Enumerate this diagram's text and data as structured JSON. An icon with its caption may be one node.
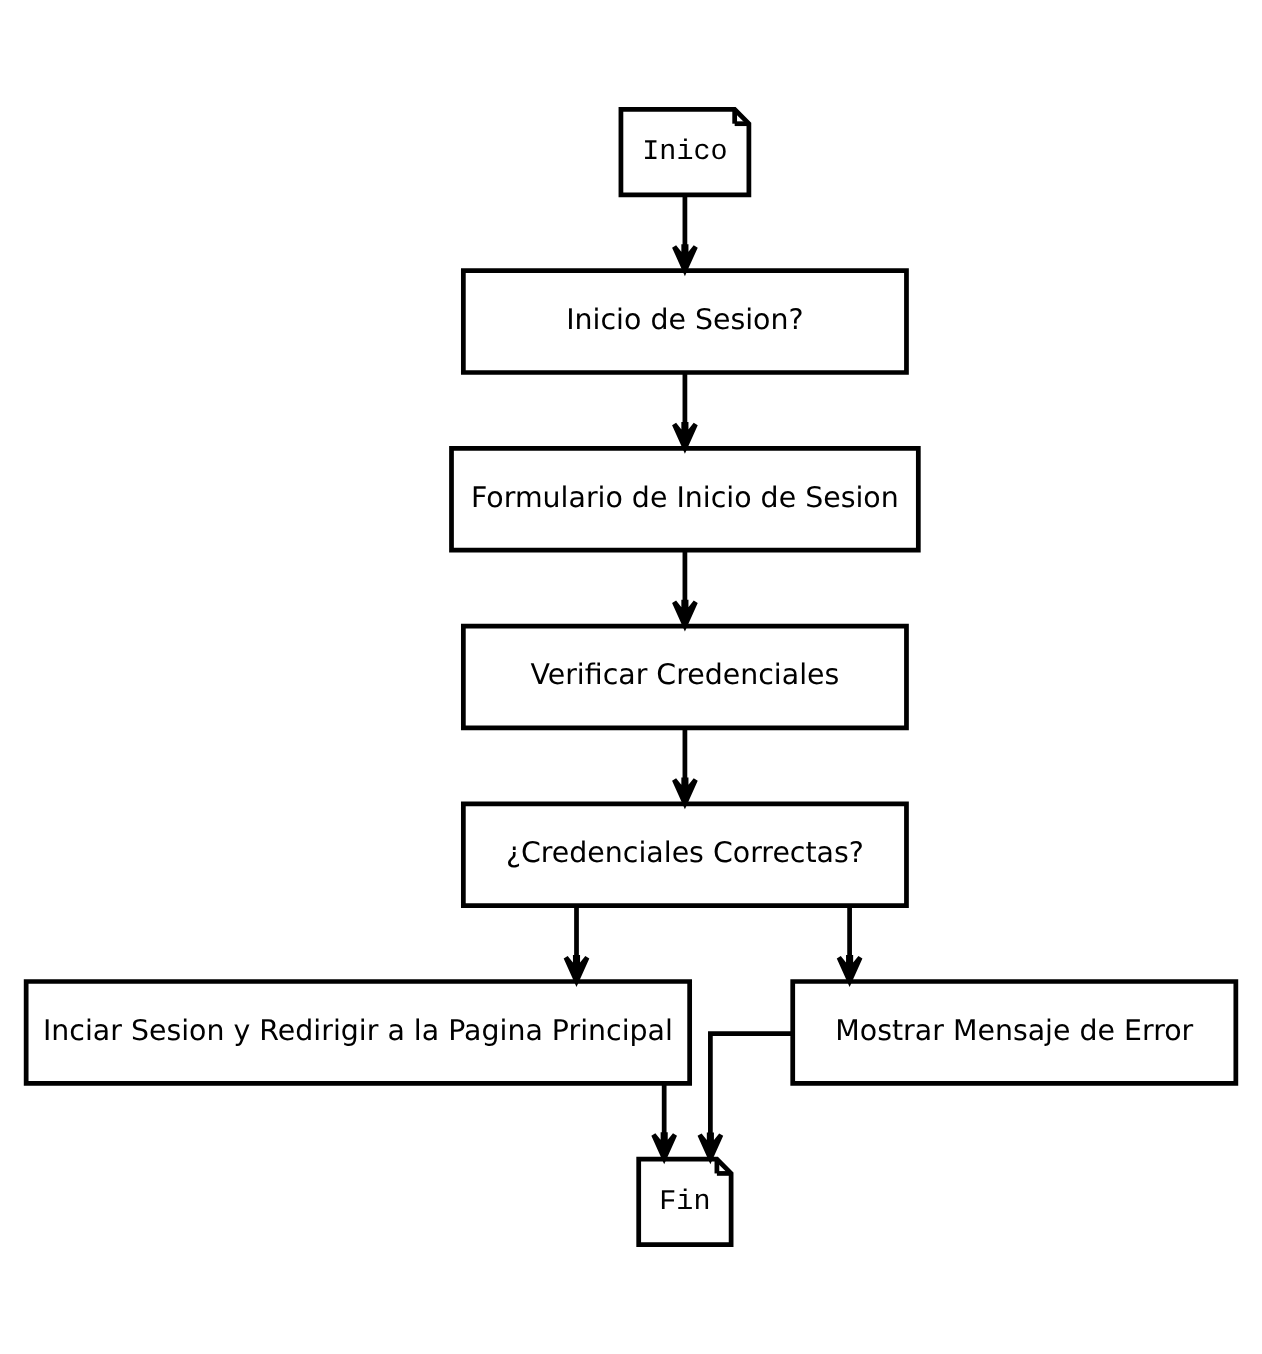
{
  "diagram": {
    "nodes": [
      {
        "text": [
          "Inico"
        ]
      },
      {
        "text": [
          "Inicio de Sesion?"
        ]
      },
      {
        "text": [
          "Formulario de Inicio de Sesion"
        ]
      },
      {
        "text": [
          "Verificar Credenciales"
        ]
      },
      {
        "text": [
          "¿Credenciales Correctas?"
        ]
      },
      {
        "text": [
          "Inciar Sesion y Redirigir a la Pagina Principal"
        ]
      },
      {
        "text": [
          "Mostrar Mensaje de Error"
        ]
      },
      {
        "text": [
          "Fin"
        ]
      }
    ],
    "edges": [
      {
        "from": 0,
        "to": 1,
        "arrow": "to"
      },
      {
        "from": 1,
        "to": 2,
        "arrow": "to"
      },
      {
        "from": 2,
        "to": 3,
        "arrow": "to"
      },
      {
        "from": 3,
        "to": 4,
        "arrow": "to"
      },
      {
        "from": 4,
        "to": 5,
        "arrow": "to"
      },
      {
        "from": 4,
        "to": 6,
        "arrow": "to"
      },
      {
        "from": 5,
        "to": 7,
        "arrow": "to"
      },
      {
        "from": 6,
        "to": 7,
        "arrow": "to"
      }
    ]
  }
}
